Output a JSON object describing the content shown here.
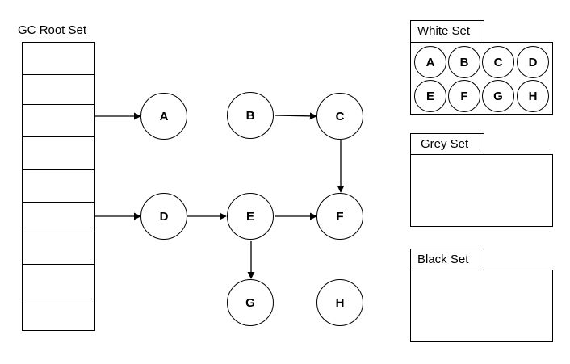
{
  "gc_root": {
    "label": "GC Root Set",
    "slot_count": 9
  },
  "nodes": {
    "A": "A",
    "B": "B",
    "C": "C",
    "D": "D",
    "E": "E",
    "F": "F",
    "G": "G",
    "H": "H"
  },
  "edges": [
    {
      "from": "root-slot-3",
      "to": "A"
    },
    {
      "from": "root-slot-6",
      "to": "D"
    },
    {
      "from": "B",
      "to": "C"
    },
    {
      "from": "C",
      "to": "F"
    },
    {
      "from": "D",
      "to": "E"
    },
    {
      "from": "E",
      "to": "F"
    },
    {
      "from": "E",
      "to": "G"
    }
  ],
  "sets": {
    "white": {
      "label": "White Set",
      "members": [
        "A",
        "B",
        "C",
        "D",
        "E",
        "F",
        "G",
        "H"
      ]
    },
    "grey": {
      "label": "Grey Set",
      "members": []
    },
    "black": {
      "label": "Black Set",
      "members": []
    }
  }
}
